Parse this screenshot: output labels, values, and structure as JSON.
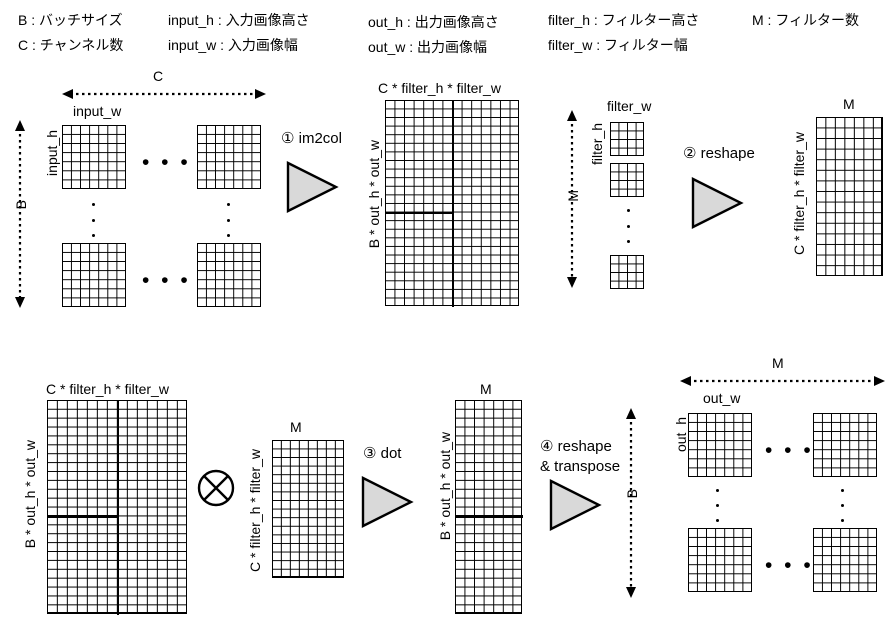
{
  "legend": {
    "row1": [
      "B : バッチサイズ",
      "input_h : 入力画像高さ",
      "out_h : 出力画像高さ",
      "filter_h : フィルター高さ",
      "M : フィルター数"
    ],
    "row2": [
      "C : チャンネル数",
      "input_w : 入力画像幅",
      "out_w : 出力画像幅",
      "filter_w : フィルター幅"
    ]
  },
  "labels": {
    "C": "C",
    "B": "B",
    "M": "M",
    "input_w": "input_w",
    "input_h": "input_h",
    "out_w": "out_w",
    "out_h": "out_h",
    "filter_w": "filter_w",
    "filter_h": "filter_h",
    "col_dim": "C * filter_h * filter_w",
    "row_dim": "B * out_h * out_w",
    "ellipsis": "• • •"
  },
  "operations": [
    {
      "id": "op1",
      "label": "① im2col"
    },
    {
      "id": "op2",
      "label": "② reshape"
    },
    {
      "id": "op3",
      "label": "③ dot"
    },
    {
      "id": "op4_line1",
      "label": "④ reshape"
    },
    {
      "id": "op4_line2",
      "label": "& transpose"
    }
  ],
  "symbols": {
    "otimes": "⊗"
  },
  "colors": {
    "stroke": "#000000",
    "triangle_fill": "#d9d9d9",
    "background": "#ffffff"
  },
  "diagram": {
    "input_tensor": {
      "grid_cols": 7,
      "grid_rows": 7,
      "copies": 4
    },
    "im2col_matrix": {
      "cols": 14,
      "rows": 24,
      "v_split_after_col": 7,
      "h_split_after_row": 13
    },
    "filters": {
      "grid_cols": 4,
      "grid_rows": 4,
      "copies": 3
    },
    "weight_matrix": {
      "cols": 7,
      "rows": 15
    },
    "weight_matrix_bottom": {
      "cols": 8,
      "rows": 16
    },
    "dot_result": {
      "cols": 7,
      "rows": 24,
      "h_split_after_row": 13
    },
    "output_tensor": {
      "grid_cols": 7,
      "grid_rows": 7,
      "copies": 4
    }
  }
}
